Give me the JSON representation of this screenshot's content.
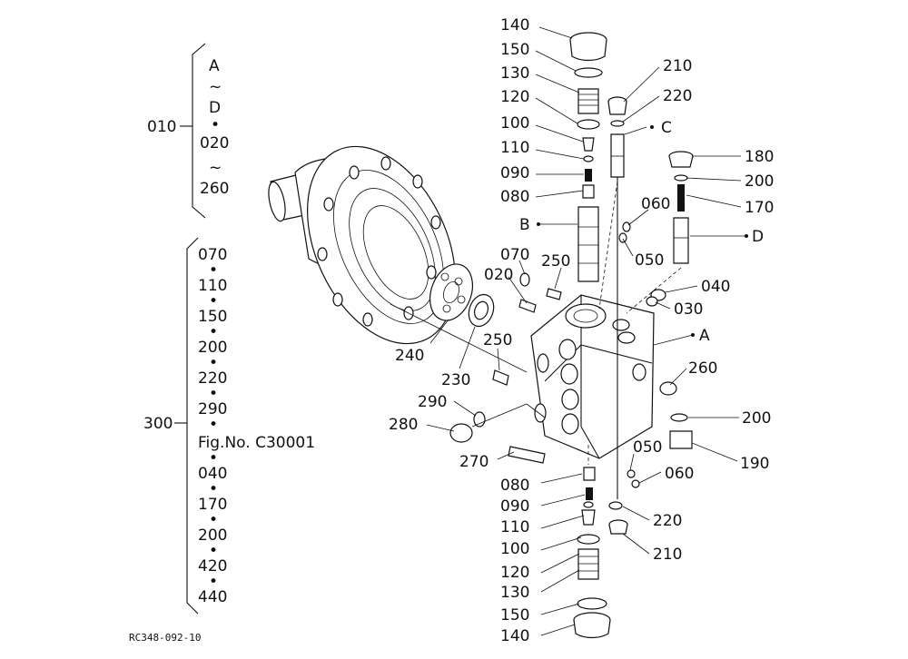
{
  "left_groups": {
    "group1": {
      "ref": "010",
      "items": [
        "A",
        "~",
        "D",
        "•",
        "020",
        "~",
        "260"
      ]
    },
    "group2": {
      "ref": "300",
      "items": [
        "070",
        "•",
        "110",
        "•",
        "150",
        "•",
        "200",
        "•",
        "220",
        "•",
        "290",
        "•",
        "Fig.No.  C30001",
        "•",
        "040",
        "•",
        "170",
        "•",
        "200",
        "•",
        "420",
        "•",
        "440"
      ]
    }
  },
  "parts": {
    "p140_top": "140",
    "p150_top": "150",
    "p130_top": "130",
    "p120_top": "120",
    "p100_top": "100",
    "p110_top": "110",
    "p090_top": "090",
    "p080_top": "080",
    "p210_top": "210",
    "p220_top": "220",
    "pC": "C",
    "p180": "180",
    "p200_top": "200",
    "p170": "170",
    "pB": "B",
    "p060_top": "060",
    "p050_top": "050",
    "pD": "D",
    "p070": "070",
    "p250_top": "250",
    "p020": "020",
    "p040": "040",
    "p030": "030",
    "pA": "A",
    "p240": "240",
    "p230": "230",
    "p250_mid": "250",
    "p260": "260",
    "p290": "290",
    "p280": "280",
    "p200_mid": "200",
    "p270": "270",
    "p050_bot": "050",
    "p190": "190",
    "p060_bot": "060",
    "p080_bot": "080",
    "p090_bot": "090",
    "p220_bot": "220",
    "p110_bot": "110",
    "p210_bot": "210",
    "p100_bot": "100",
    "p120_bot": "120",
    "p130_bot": "130",
    "p150_bot": "150",
    "p140_bot": "140"
  },
  "footer": {
    "code": "RC348-092-10"
  }
}
